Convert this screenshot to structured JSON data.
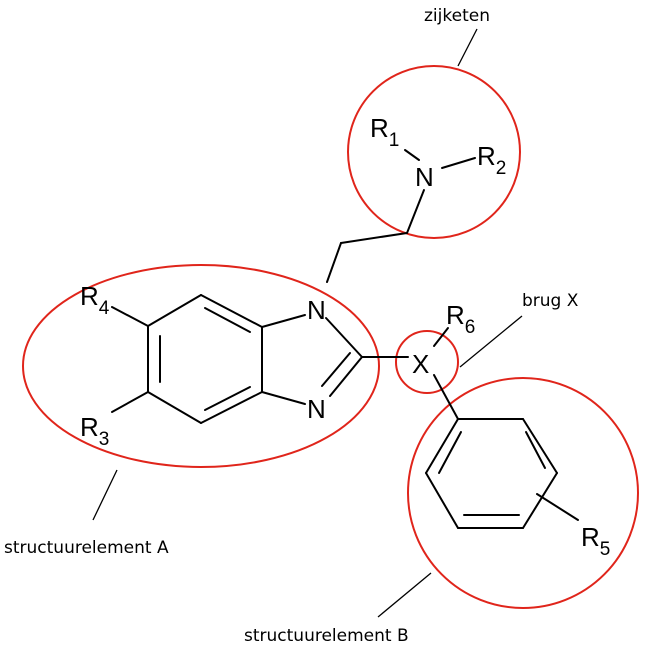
{
  "annotations": {
    "side_chain": "zijketen",
    "bridge": "brug X",
    "element_a": "structuurelement A",
    "element_b": "structuurelement B"
  },
  "atoms": {
    "n1": "N",
    "n3": "N",
    "n_amine": "N",
    "bridge_x": "X",
    "r1": {
      "symbol": "R",
      "index": "1"
    },
    "r2": {
      "symbol": "R",
      "index": "2"
    },
    "r3": {
      "symbol": "R",
      "index": "3"
    },
    "r4": {
      "symbol": "R",
      "index": "4"
    },
    "r5": {
      "symbol": "R",
      "index": "5"
    },
    "r6": {
      "symbol": "R",
      "index": "6"
    }
  },
  "colors": {
    "highlight": "#e0251b",
    "structure": "#000000"
  }
}
